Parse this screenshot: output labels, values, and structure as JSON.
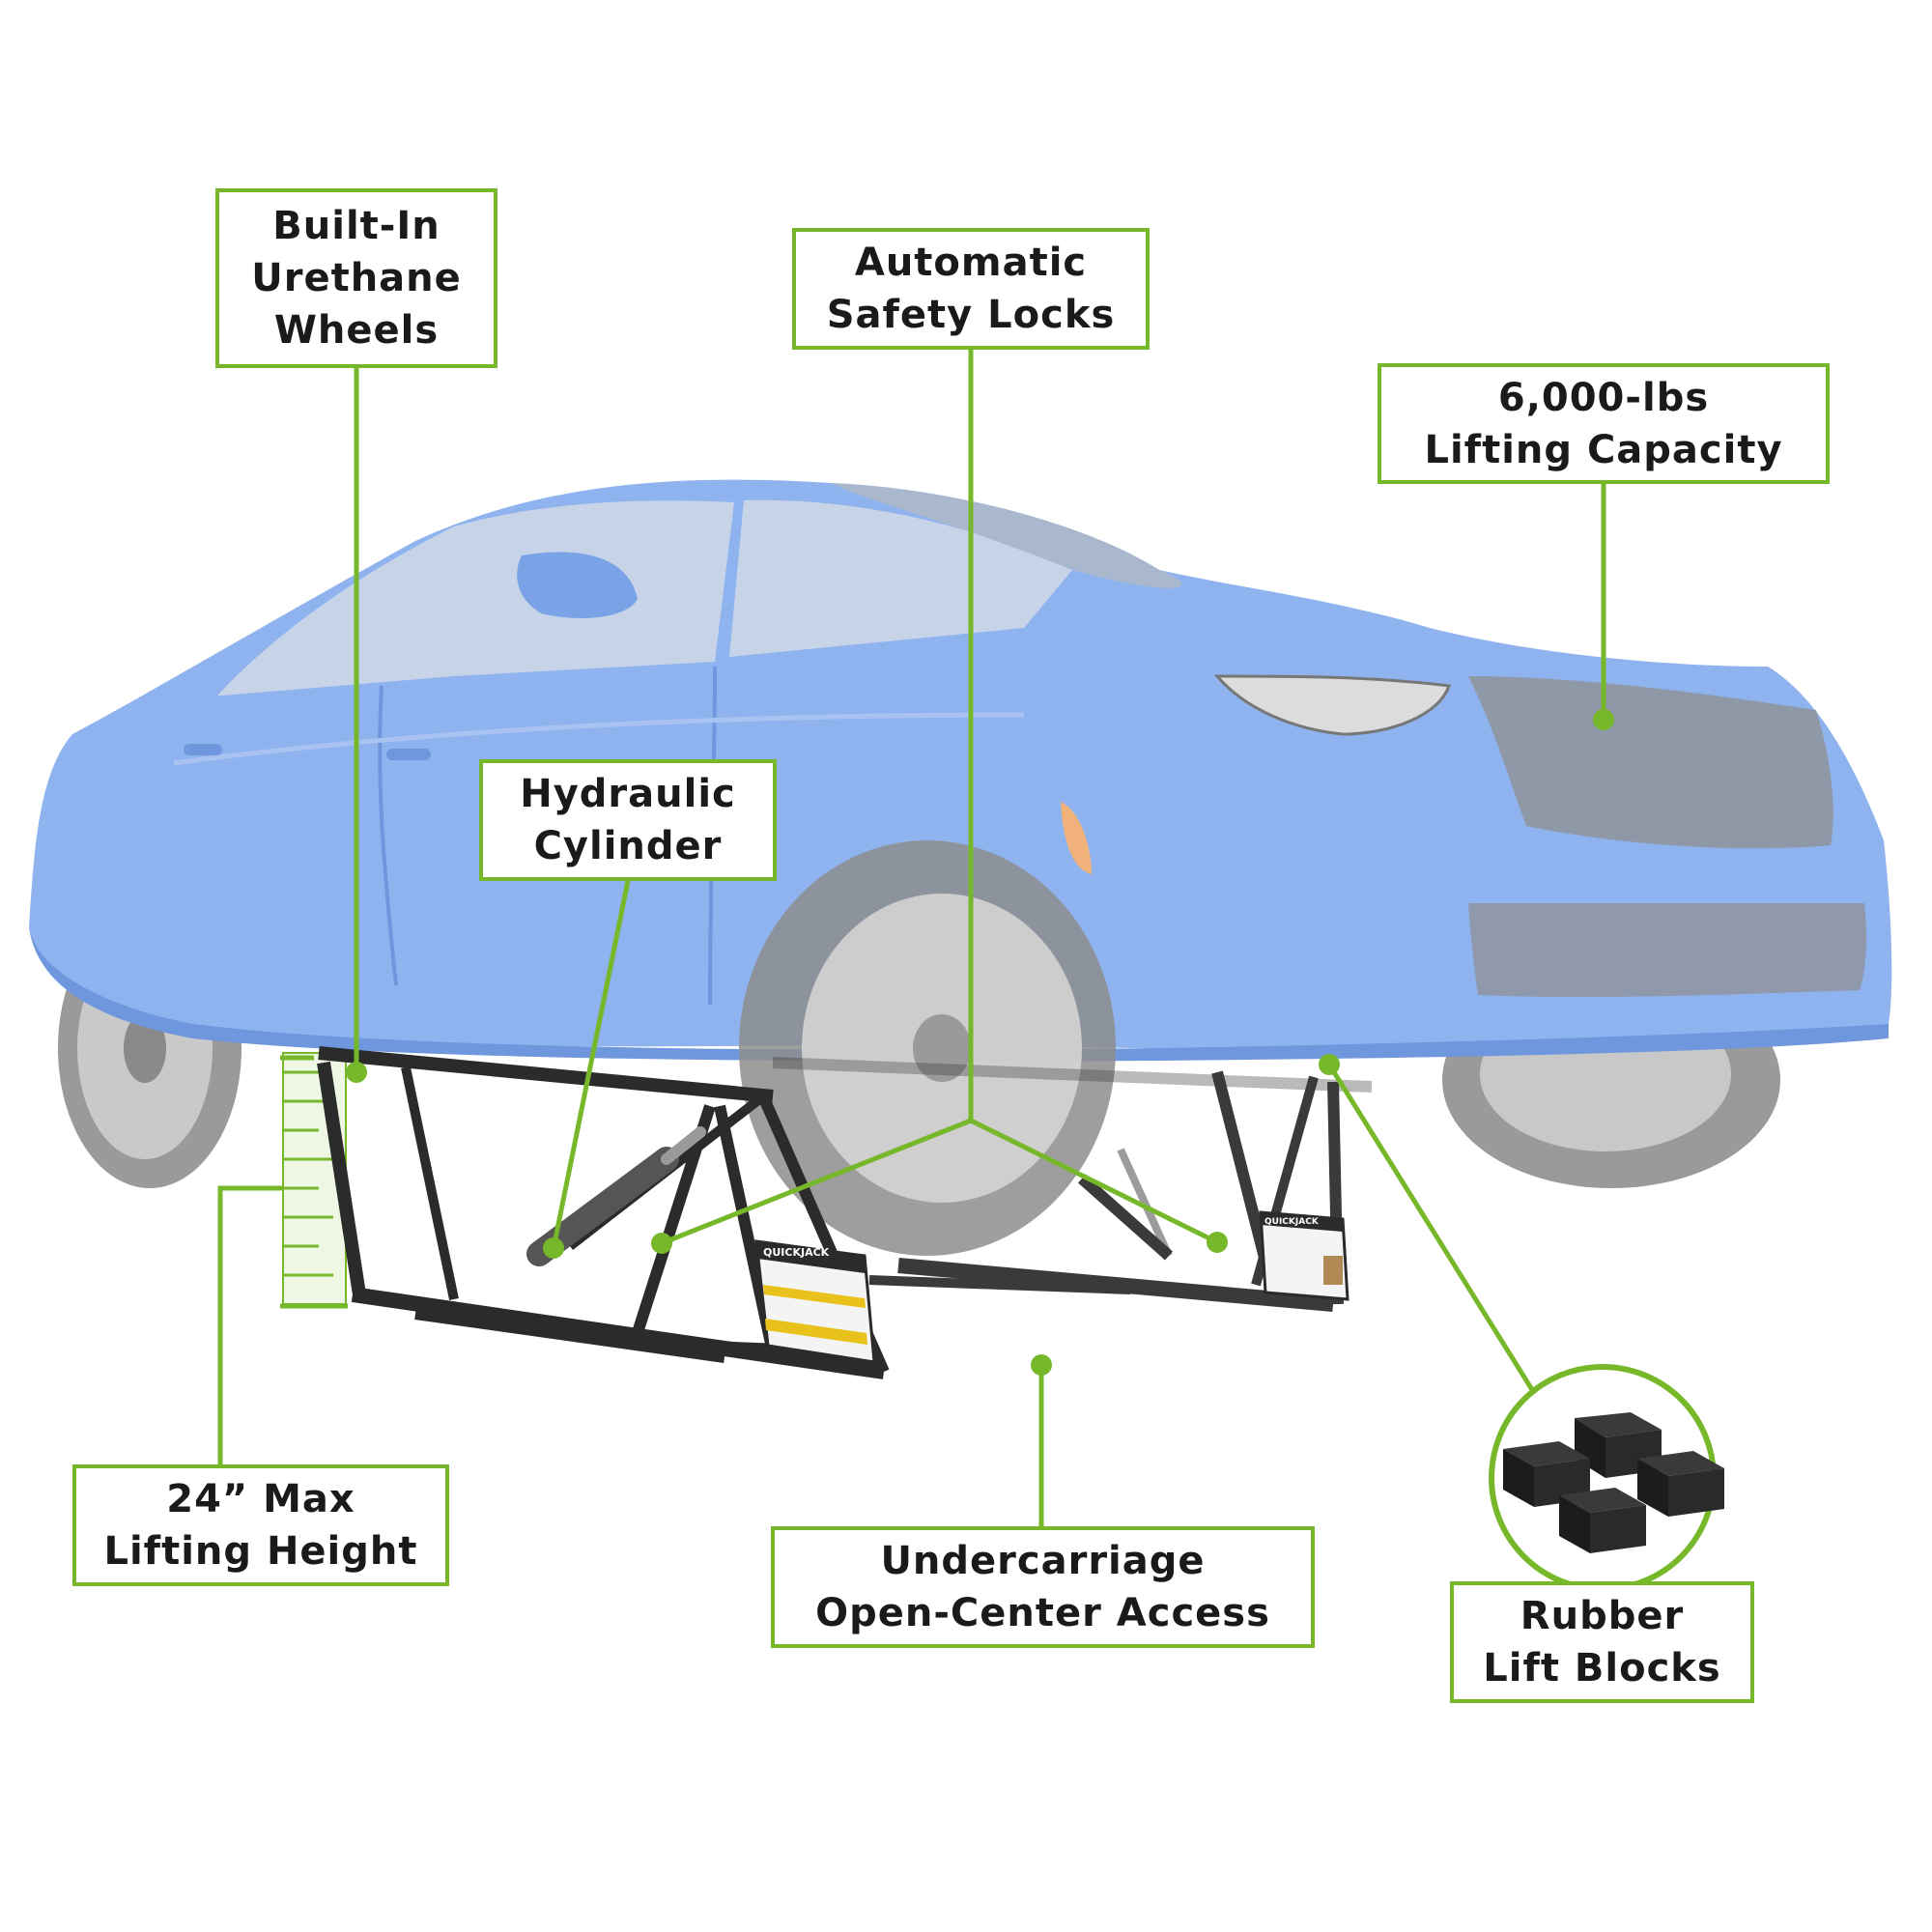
{
  "theme": {
    "accent": "#76b82a",
    "car_body": "#8fb3ee",
    "car_body_dark": "#6f97de",
    "frame": "#2b2b2b",
    "tire": "#8d8d8d",
    "label_text": "#1a1a1a"
  },
  "callouts": {
    "wheels": {
      "lines": [
        "Built-In",
        "Urethane",
        "Wheels"
      ]
    },
    "locks": {
      "lines": [
        "Automatic",
        "Safety Locks"
      ]
    },
    "capacity": {
      "lines": [
        "6,000-lbs",
        "Lifting Capacity"
      ]
    },
    "cylinder": {
      "lines": [
        "Hydraulic",
        "Cylinder"
      ]
    },
    "height": {
      "lines": [
        "24” Max",
        "Lifting Height"
      ]
    },
    "access": {
      "lines": [
        "Undercarriage",
        "Open-Center Access"
      ]
    },
    "blocks": {
      "lines": [
        "Rubber",
        "Lift Blocks"
      ]
    }
  },
  "placard": {
    "brand": "QUICKJACK"
  }
}
